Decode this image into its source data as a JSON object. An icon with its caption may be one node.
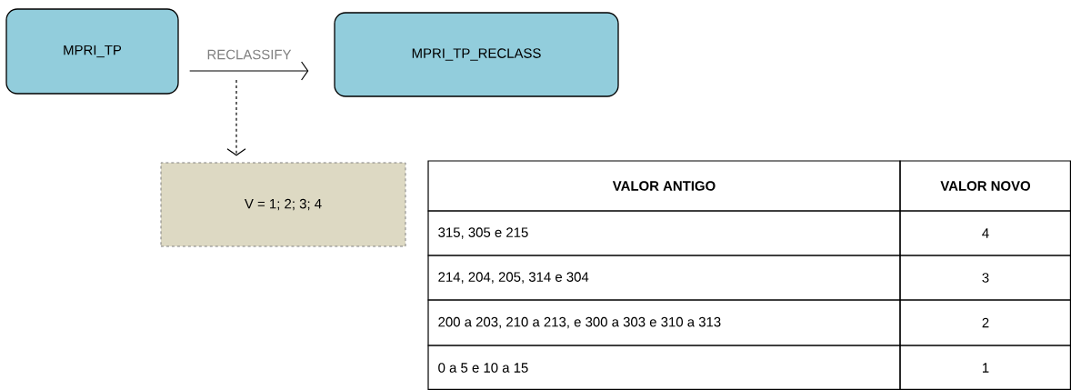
{
  "diagram": {
    "nodes": [
      {
        "text": [
          "MPRI_TP"
        ]
      },
      {
        "text": [
          "MPRI_TP_RECLASS"
        ]
      },
      {
        "text": [
          "V = 1; 2; 3; 4"
        ]
      }
    ],
    "edges": [
      {
        "from": 0,
        "to": 1,
        "arrow": "to",
        "label": "RECLASSIFY"
      },
      {
        "from": null,
        "to": 2,
        "arrow": "to",
        "style": "dashed"
      }
    ],
    "labels": [
      "VALOR ANTIGO",
      "VALOR NOVO",
      "315, 305 e 215",
      "4",
      "214, 204, 205, 314 e 304",
      "3",
      "200 a 203, 210 a 213, e 300 a 303 e 310 a 313",
      "2",
      "0 a 5 e 10 a 15",
      "1"
    ]
  }
}
